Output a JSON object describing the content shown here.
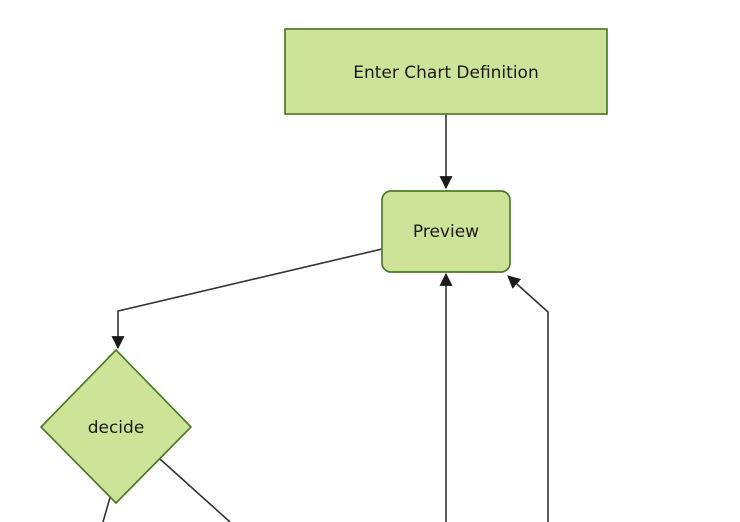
{
  "diagram": {
    "type": "flowchart",
    "direction": "top-down",
    "nodes": [
      {
        "id": "A",
        "label": "Enter Chart Definition",
        "shape": "rectangle"
      },
      {
        "id": "B",
        "label": "Preview",
        "shape": "rounded-rectangle"
      },
      {
        "id": "C",
        "label": "decide",
        "shape": "diamond"
      }
    ],
    "edges": [
      {
        "from": "A",
        "to": "B",
        "arrow": true
      },
      {
        "from": "B",
        "to": "C",
        "arrow": true
      },
      {
        "from": "C",
        "to": "offscreen-bottom-left",
        "arrow": false
      },
      {
        "from": "C",
        "to": "offscreen-bottom-right",
        "arrow": false
      },
      {
        "from": "offscreen-bottom-center",
        "to": "B",
        "arrow": true
      },
      {
        "from": "offscreen-bottom-right",
        "to": "B",
        "arrow": true
      }
    ],
    "colors": {
      "node_fill": "#cde498",
      "node_stroke": "#4f7a28",
      "edge_stroke": "#333333",
      "arrowhead": "#1a1a1a",
      "text": "#1a1a1a",
      "background": "#ffffff"
    }
  }
}
